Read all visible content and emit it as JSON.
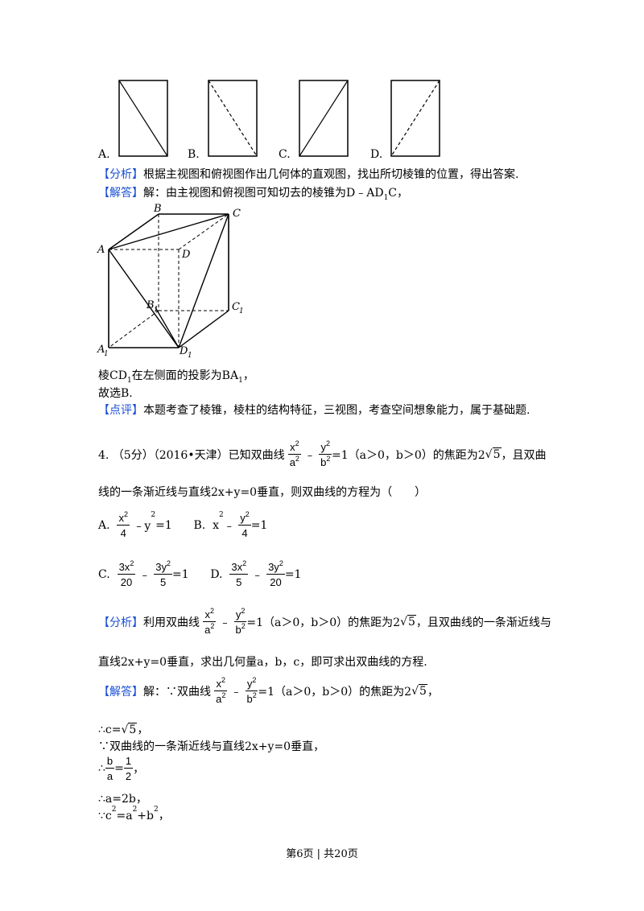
{
  "options_q3": [
    "A.",
    "B.",
    "C.",
    "D."
  ],
  "q3": {
    "analysis_tag": "【分析】",
    "analysis_text": "根据主视图和俯视图作出几何体的直观图，找出所切棱锥的位置，得出答案.",
    "solution_tag": "【解答】",
    "solution_text": "解：由主视图和俯视图可知切去的棱锥为D﹣AD",
    "solution_sub": "1",
    "solution_end": "C，",
    "cube_labels": {
      "B": "B",
      "C": "C",
      "A": "A",
      "D": "D",
      "B1": "B",
      "C1": "C",
      "A1": "A",
      "D1": "D",
      "sub1": "1"
    },
    "line1_a": "棱CD",
    "line1_sub": "1",
    "line1_b": "在左侧面的投影为BA",
    "line1_sub2": "1",
    "line1_c": "，",
    "line2": "故选B.",
    "comment_tag": "【点评】",
    "comment_text": "本题考查了棱锥，棱柱的结构特征，三视图，考查空间想象能力，属于基础题."
  },
  "q4": {
    "stem_a": "4.  （5分）（2016•天津）已知双曲线",
    "frac_x2": "x",
    "frac_a2": "a",
    "frac_y2": "y",
    "frac_b2": "b",
    "exp2": "2",
    "minus": "﹣",
    "stem_b": "=1（a＞0，b＞0）的焦距为2",
    "root5": "5",
    "stem_c": "，且双曲",
    "stem_line2": "线的一条渐近线与直线2x+y=0垂直，则双曲线的方程为（　　）",
    "opt_A_label": "A.",
    "opt_A_num": "x",
    "opt_A_den": "4",
    "opt_A_tail": "﹣y",
    "opt_A_end": "=1",
    "opt_B_label": "B.",
    "opt_B_head": "x",
    "opt_B_mid": "﹣",
    "opt_B_num": "y",
    "opt_B_den": "4",
    "opt_B_end": "=1",
    "opt_C_label": "C.",
    "opt_C_n1": "3x",
    "opt_C_d1": "20",
    "opt_C_n2": "3y",
    "opt_C_d2": "5",
    "opt_C_end": "=1",
    "opt_D_label": "D.",
    "opt_D_n1": "3x",
    "opt_D_d1": "5",
    "opt_D_n2": "3y",
    "opt_D_d2": "20",
    "opt_D_end": "=1",
    "analysis_tag": "【分析】",
    "analysis_a": "利用双曲线",
    "analysis_b": "=1（a＞0，b＞0）的焦距为2",
    "analysis_c": "，且双曲线的一条渐近线与",
    "analysis_line2": "直线2x+y=0垂直，求出几何量a，b，c，即可求出双曲线的方程.",
    "solution_tag": "【解答】",
    "solution_a": "解：∵双曲线",
    "solution_b": "=1（a＞0，b＞0）的焦距为2",
    "solution_c": "，",
    "step1_a": "∴c=",
    "step1_b": "，",
    "step2": "∵双曲线的一条渐近线与直线2x+y=0垂直，",
    "step3_a": "∴",
    "step3_num1": "b",
    "step3_den1": "a",
    "step3_eq": "=",
    "step3_num2": "1",
    "step3_den2": "2",
    "step3_end": "，",
    "step4": "∴a=2b，",
    "step5_a": "∵c",
    "step5_b": "=a",
    "step5_c": "+b",
    "step5_d": "，"
  },
  "footer": "第6页 | 共20页"
}
